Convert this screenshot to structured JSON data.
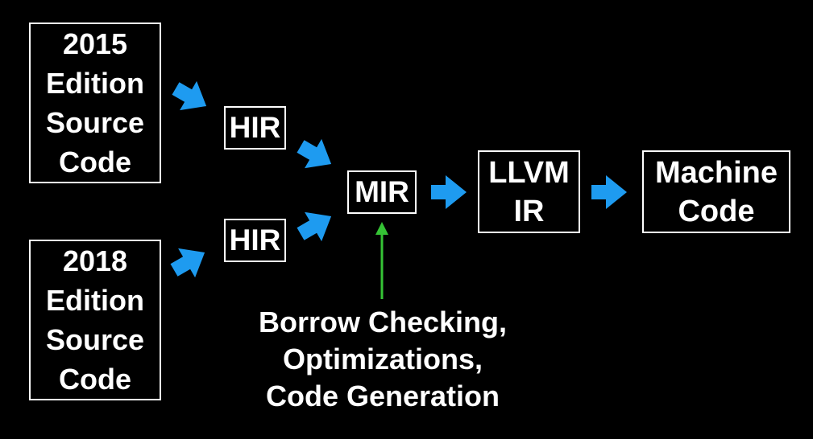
{
  "colors": {
    "background": "#000000",
    "box_border": "#ffffff",
    "text": "#ffffff",
    "flow_arrow": "#1e9bf0",
    "annotation_arrow": "#35c335"
  },
  "nodes": {
    "source_2015": "2015\nEdition\nSource\nCode",
    "source_2018": "2018\nEdition\nSource\nCode",
    "hir_top": "HIR",
    "hir_bottom": "HIR",
    "mir": "MIR",
    "llvm_ir": "LLVM\nIR",
    "machine_code": "Machine\nCode"
  },
  "annotation": {
    "text": "Borrow Checking,\nOptimizations,\nCode Generation"
  },
  "icons": {
    "flow_arrow": "arrow-right-icon",
    "annotation_arrow": "arrow-up-icon"
  }
}
